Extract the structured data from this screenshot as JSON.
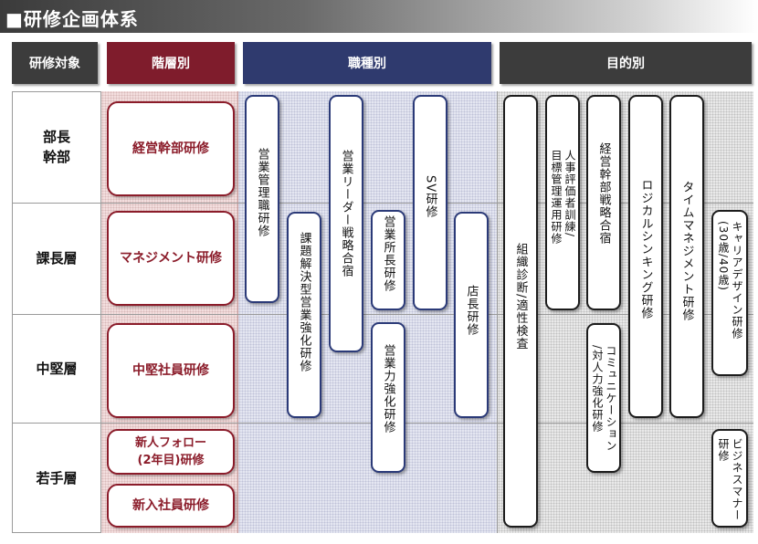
{
  "title": "■研修企画体系",
  "headers": {
    "target": "研修対象",
    "level": "階層別",
    "job": "職種別",
    "purpose": "目的別"
  },
  "rows": [
    {
      "label": "部長\n幹部"
    },
    {
      "label": "課長層"
    },
    {
      "label": "中堅層"
    },
    {
      "label": "若手層"
    }
  ],
  "level_programs": [
    "経営幹部研修",
    "マネジメント研修",
    "中堅社員研修",
    "新人フォロー\n(2年目)研修",
    "新入社員研修"
  ],
  "job_programs": [
    "営業管理職研修",
    "課題解決型営業強化研修",
    "営業リーダー戦略合宿",
    "営業所長研修",
    "営業力強化研修",
    "SV研修",
    "店長研修"
  ],
  "purpose_programs": [
    "組織診断/適性検査",
    "人事評価者訓練/\n目標管理運用研修",
    "経営幹部戦略合宿",
    "コミュニケーション\n/対人力強化研修",
    "ロジカルシンキング研修",
    "タイムマネジメント研修",
    "キャリアデザイン研修\n(30歳/40歳)",
    "ビジネスマナー\n研修"
  ],
  "colors": {
    "target_header": "#3c3c3c",
    "level_header": "#7f1c2c",
    "job_header": "#2f3a6e",
    "purpose_header": "#3c3c3c",
    "level_accent": "#8b1c2a",
    "job_accent": "#2b3a78"
  }
}
